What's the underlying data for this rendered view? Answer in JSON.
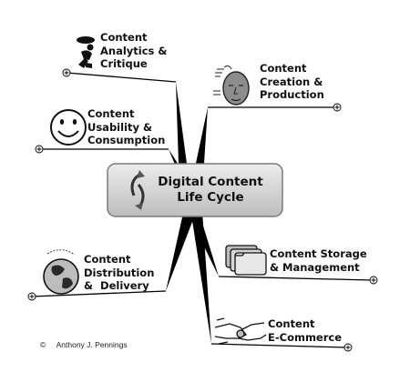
{
  "center": {
    "line1": "Digital Content",
    "line2": "Life Cycle"
  },
  "branches": [
    {
      "id": "analytics",
      "lines": [
        "Content",
        "Analytics &",
        "Critique"
      ],
      "icon": "person-thinking-icon"
    },
    {
      "id": "creation",
      "lines": [
        "Content",
        "Creation &",
        "Production"
      ],
      "icon": "head-profile-icon"
    },
    {
      "id": "usability",
      "lines": [
        "Content",
        "Usability &",
        "Consumption"
      ],
      "icon": "smiley-face-icon"
    },
    {
      "id": "storage",
      "lines": [
        "Content Storage",
        "& Management"
      ],
      "icon": "folders-icon"
    },
    {
      "id": "distribution",
      "lines": [
        "Content",
        "Distribution",
        "&  Delivery"
      ],
      "icon": "globe-icon"
    },
    {
      "id": "ecommerce",
      "lines": [
        "Content",
        "E-Commerce"
      ],
      "icon": "handshake-icon"
    }
  ],
  "copyright": {
    "symbol": "©",
    "author": "Anthony J. Pennings"
  },
  "colors": {
    "line": "#000000",
    "box_fill": "#cfcfcf",
    "box_border": "#7a7a7a",
    "text": "#111111"
  }
}
